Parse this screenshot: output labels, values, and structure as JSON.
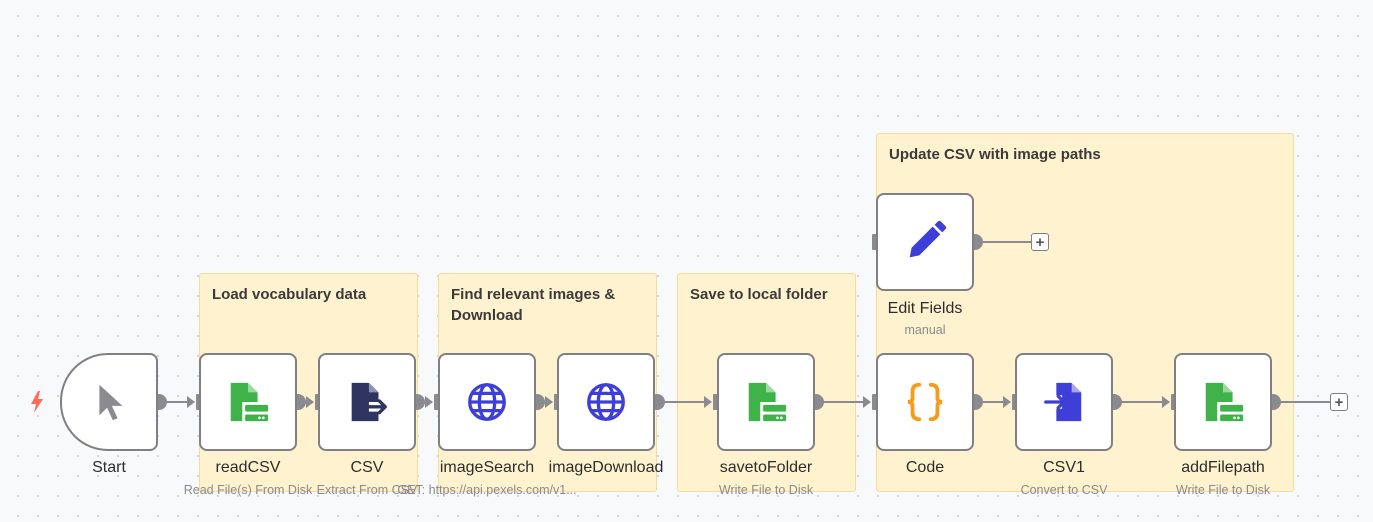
{
  "stickies": {
    "load": {
      "title": "Load vocabulary data"
    },
    "find": {
      "title": "Find relevant images & Download"
    },
    "save": {
      "title": "Save to local folder"
    },
    "update": {
      "title": "Update CSV with image paths"
    }
  },
  "nodes": {
    "start": {
      "label": "Start",
      "subtitle": "",
      "icon": "cursor-icon"
    },
    "readcsv": {
      "label": "readCSV",
      "subtitle": "Read File(s) From Disk",
      "icon": "file-disk-icon"
    },
    "csv": {
      "label": "CSV",
      "subtitle": "Extract From CSV",
      "icon": "file-extract-icon"
    },
    "imagesearch": {
      "label": "imageSearch",
      "subtitle": "GET: https://api.pexels.com/v1...",
      "icon": "globe-icon"
    },
    "imagedownload": {
      "label": "imageDownload",
      "subtitle": "",
      "icon": "globe-icon"
    },
    "savetofolder": {
      "label": "savetoFolder",
      "subtitle": "Write File to Disk",
      "icon": "file-disk-icon"
    },
    "editfields": {
      "label": "Edit Fields",
      "subtitle": "manual",
      "icon": "pencil-icon"
    },
    "code": {
      "label": "Code",
      "subtitle": "",
      "icon": "code-braces-icon"
    },
    "csv1": {
      "label": "CSV1",
      "subtitle": "Convert to CSV",
      "icon": "file-convert-icon"
    },
    "addfilepath": {
      "label": "addFilepath",
      "subtitle": "Write File to Disk",
      "icon": "file-disk-icon"
    }
  },
  "colors": {
    "green": "#3fb24a",
    "navy": "#2f3560",
    "blue": "#3e3fd8",
    "orange": "#f59b1d",
    "trigger": "#ff6d5a"
  },
  "plus_symbol": "+"
}
